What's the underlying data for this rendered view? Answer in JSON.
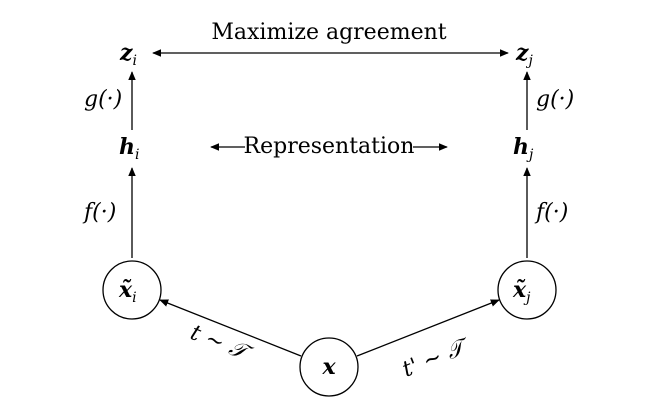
{
  "top_text": "Maximize agreement",
  "middle_text": "Representation",
  "nodes": {
    "z_i": {
      "base": "z",
      "sub": "i"
    },
    "z_j": {
      "base": "z",
      "sub": "j"
    },
    "h_i": {
      "base": "h",
      "sub": "i"
    },
    "h_j": {
      "base": "h",
      "sub": "j"
    },
    "x_tilde_i": {
      "base": "x̃",
      "sub": "i"
    },
    "x_tilde_j": {
      "base": "x̃",
      "sub": "j"
    },
    "x": {
      "base": "x"
    }
  },
  "edge_labels": {
    "g_left": "g(·)",
    "g_right": "g(·)",
    "f_left": "f(·)",
    "f_right": "f(·)",
    "t_left": "t ∼ 𝒯",
    "t_right": "t' ∼ 𝒯"
  }
}
